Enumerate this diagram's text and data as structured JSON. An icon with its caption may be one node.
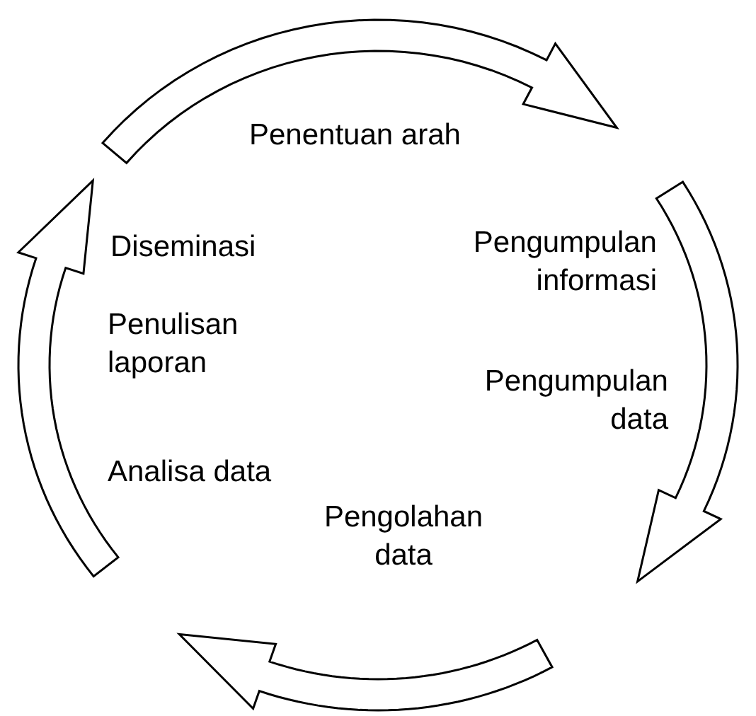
{
  "diagram": {
    "nodes": [
      {
        "text": [
          "Penentuan arah"
        ]
      },
      {
        "text": [
          "Diseminasi"
        ]
      },
      {
        "text": [
          "Pengumpulan informasi"
        ]
      },
      {
        "text": [
          "Penulisan laporan"
        ]
      },
      {
        "text": [
          "Pengumpulan data"
        ]
      },
      {
        "text": [
          "Analisa data"
        ]
      },
      {
        "text": [
          "Pengolahan data"
        ]
      }
    ],
    "edges": [
      {
        "from": 1,
        "to": 2,
        "arrow": "to"
      },
      {
        "from": 2,
        "to": 6,
        "arrow": "to"
      },
      {
        "from": 6,
        "to": 5,
        "arrow": "to"
      },
      {
        "from": 5,
        "to": 1,
        "arrow": "to"
      }
    ]
  }
}
